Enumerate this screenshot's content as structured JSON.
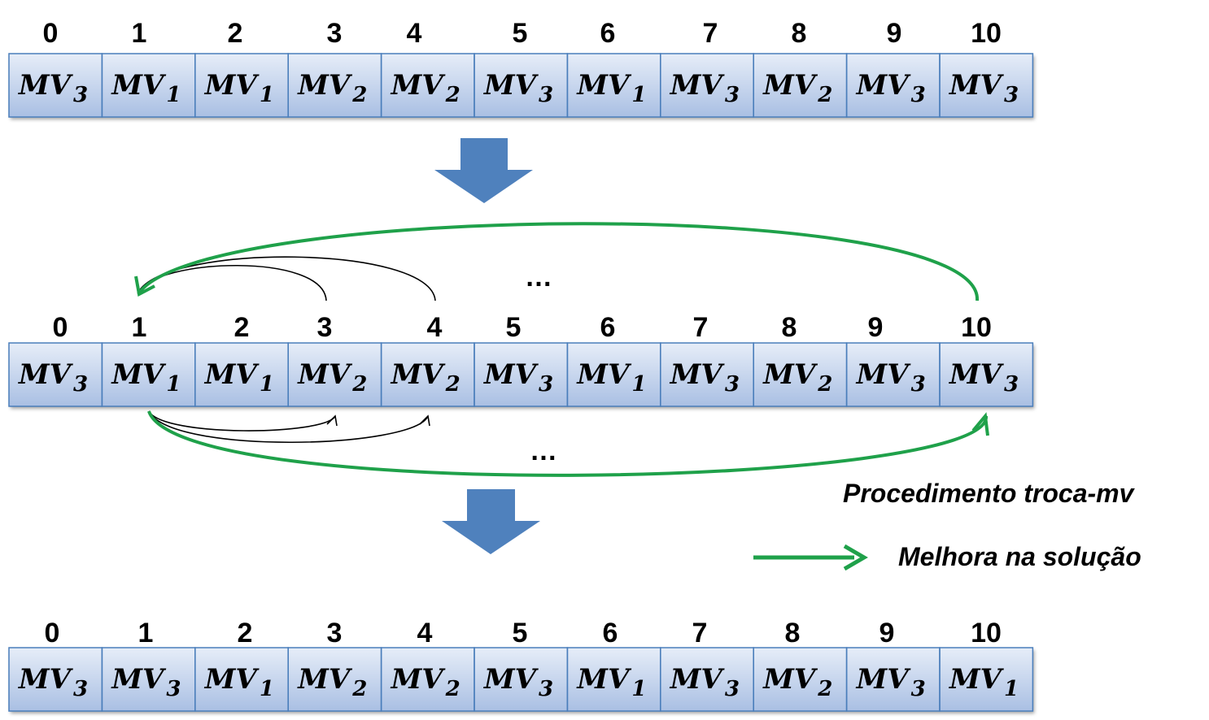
{
  "colors": {
    "cell_top": "#e6edf8",
    "cell_bottom": "#a9bfe3",
    "cell_border": "#4a7ebb",
    "arrow_fill": "#4f81bd",
    "improvement_arrow": "#1fa14a",
    "highlight_text": "#e31b1b"
  },
  "rows": [
    {
      "indices": [
        "0",
        "1",
        "2",
        "3",
        "4",
        "5",
        "6",
        "7",
        "8",
        "9",
        "10"
      ],
      "cells": [
        {
          "base": "MV",
          "sub": "3"
        },
        {
          "base": "MV",
          "sub": "1"
        },
        {
          "base": "MV",
          "sub": "1"
        },
        {
          "base": "MV",
          "sub": "2"
        },
        {
          "base": "MV",
          "sub": "2"
        },
        {
          "base": "MV",
          "sub": "3"
        },
        {
          "base": "MV",
          "sub": "1"
        },
        {
          "base": "MV",
          "sub": "3"
        },
        {
          "base": "MV",
          "sub": "2"
        },
        {
          "base": "MV",
          "sub": "3"
        },
        {
          "base": "MV",
          "sub": "3"
        }
      ]
    },
    {
      "indices": [
        "0",
        "1",
        "2",
        "3",
        "4",
        "5",
        "6",
        "7",
        "8",
        "9",
        "10"
      ],
      "cells": [
        {
          "base": "MV",
          "sub": "3"
        },
        {
          "base": "MV",
          "sub": "1"
        },
        {
          "base": "MV",
          "sub": "1"
        },
        {
          "base": "MV",
          "sub": "2"
        },
        {
          "base": "MV",
          "sub": "2"
        },
        {
          "base": "MV",
          "sub": "3"
        },
        {
          "base": "MV",
          "sub": "1"
        },
        {
          "base": "MV",
          "sub": "3"
        },
        {
          "base": "MV",
          "sub": "2"
        },
        {
          "base": "MV",
          "sub": "3"
        },
        {
          "base": "MV",
          "sub": "3"
        }
      ]
    },
    {
      "indices": [
        "0",
        "1",
        "2",
        "3",
        "4",
        "5",
        "6",
        "7",
        "8",
        "9",
        "10"
      ],
      "cells": [
        {
          "base": "MV",
          "sub": "3"
        },
        {
          "base": "MV",
          "sub": "3",
          "highlight": true
        },
        {
          "base": "MV",
          "sub": "1"
        },
        {
          "base": "MV",
          "sub": "2"
        },
        {
          "base": "MV",
          "sub": "2"
        },
        {
          "base": "MV",
          "sub": "3"
        },
        {
          "base": "MV",
          "sub": "1"
        },
        {
          "base": "MV",
          "sub": "3"
        },
        {
          "base": "MV",
          "sub": "2"
        },
        {
          "base": "MV",
          "sub": "3"
        },
        {
          "base": "MV",
          "sub": "1",
          "highlight": true
        }
      ]
    }
  ],
  "ellipsis_top": "…",
  "ellipsis_bottom": "…",
  "legend": {
    "procedure_label": "Procedimento troca-mv",
    "improvement_label": "Melhora na solução"
  }
}
